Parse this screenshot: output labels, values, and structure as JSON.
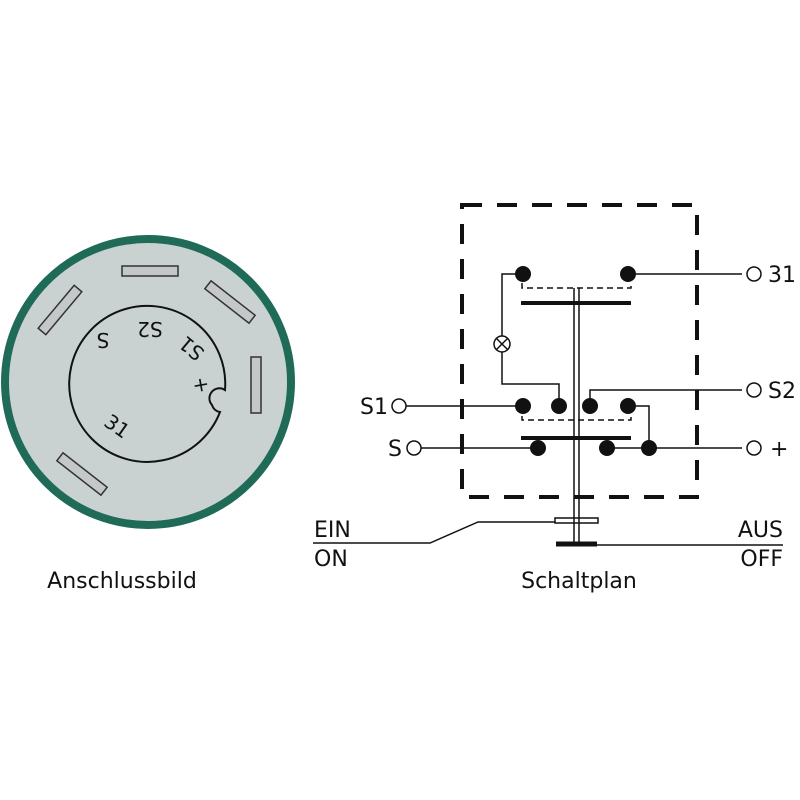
{
  "connection_view": {
    "caption": "Anschlussbild",
    "pins": {
      "s": "S",
      "s2": "S2",
      "s1": "S1",
      "plus": "+",
      "t31": "31"
    }
  },
  "schematic": {
    "caption": "Schaltplan",
    "terminals": {
      "t31": "31",
      "s1": "S1",
      "s2": "S2",
      "s": "S",
      "plus": "+"
    },
    "positions": {
      "ein": "EIN",
      "on": "ON",
      "aus": "AUS",
      "off": "OFF"
    }
  },
  "colors": {
    "ring": "#1f6b57",
    "face": "#c9d2d1",
    "slot": "#c4c8c8"
  }
}
